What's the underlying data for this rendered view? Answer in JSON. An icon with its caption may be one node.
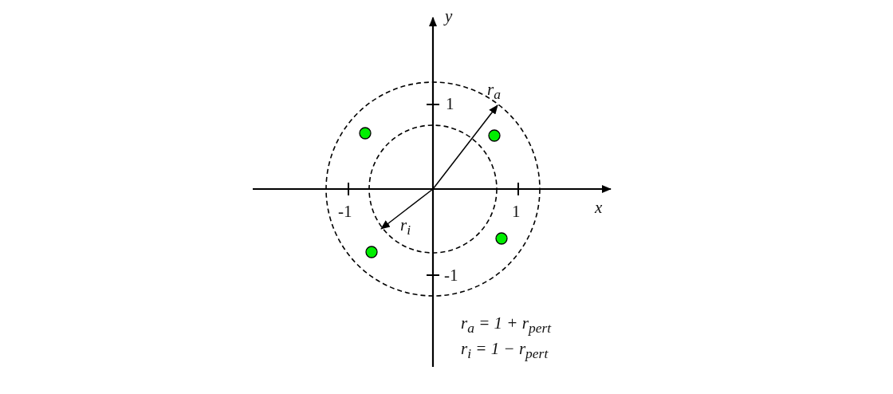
{
  "diagram": {
    "labels": [
      "y",
      "1",
      "x",
      "-1",
      "1",
      "-1",
      "r$_{a}$",
      "r$_{i}$",
      "r$_{a}$ = 1 + r$_{pert}$",
      "r$_{i}$ = 1 − r$_{pert}$"
    ]
  }
}
